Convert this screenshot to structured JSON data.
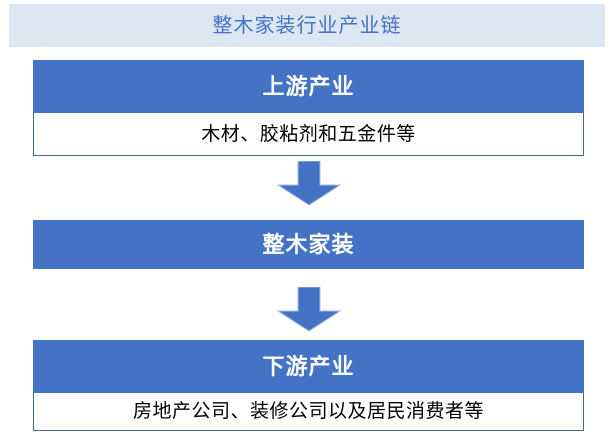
{
  "title": {
    "text": "整木家装行业产业链",
    "band_color": "#dde6f3",
    "text_color": "#4472c4"
  },
  "theme": {
    "accent_blue": "#4472c4",
    "border_color": "#486a82",
    "body_text_color": "#000000",
    "header_text_color": "#ffffff",
    "page_background": "#ffffff"
  },
  "chain": {
    "blocks": [
      {
        "id": "upstream",
        "header": "上游产业",
        "body": "木材、胶粘剂和五金件等",
        "has_body": true
      },
      {
        "id": "middle",
        "header": "整木家装",
        "body": "",
        "has_body": false
      },
      {
        "id": "downstream",
        "header": "下游产业",
        "body": "房地产公司、装修公司以及居民消费者等",
        "has_body": true
      }
    ],
    "arrows": [
      {
        "id": "arrow-1",
        "direction": "down",
        "icon": "down-arrow-icon",
        "color": "#4472c4"
      },
      {
        "id": "arrow-2",
        "direction": "down",
        "icon": "down-arrow-icon",
        "color": "#4472c4"
      }
    ]
  }
}
